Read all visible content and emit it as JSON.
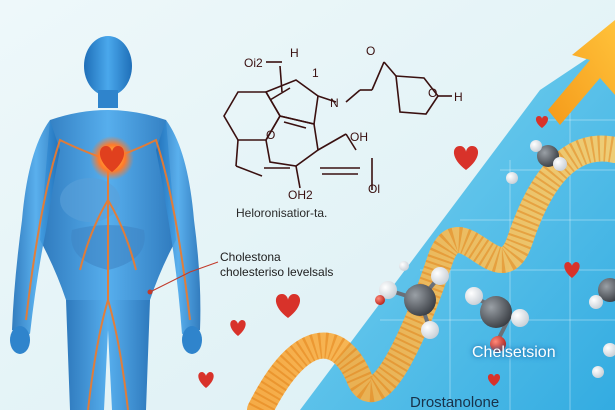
{
  "labels": {
    "formula_caption": "Heloronisatior-ta.",
    "callout_line_1": "Cholestona",
    "callout_line_2": "cholesteriso levelsals",
    "molecule_label": "Chelsetsion",
    "bottom_label": "Drostanolone"
  },
  "structure_atoms": {
    "top_left": "Oi2",
    "h_top": "H",
    "one": "1",
    "n": "N",
    "o_top_right": "O",
    "o_ring": "O",
    "h_right": "H",
    "o_mid": "O",
    "oh": "OH",
    "oh2": "OH2",
    "ol": "Ol"
  },
  "colors": {
    "background_light": "#eaf6f8",
    "body_blue": "#2f8fd8",
    "vessel_orange": "#f07a2a",
    "heart_red": "#d8322a",
    "chart_blue": "#4cc0ec",
    "arrow_orange": "#f7a51f",
    "helix_orange": "#f3a23a"
  }
}
